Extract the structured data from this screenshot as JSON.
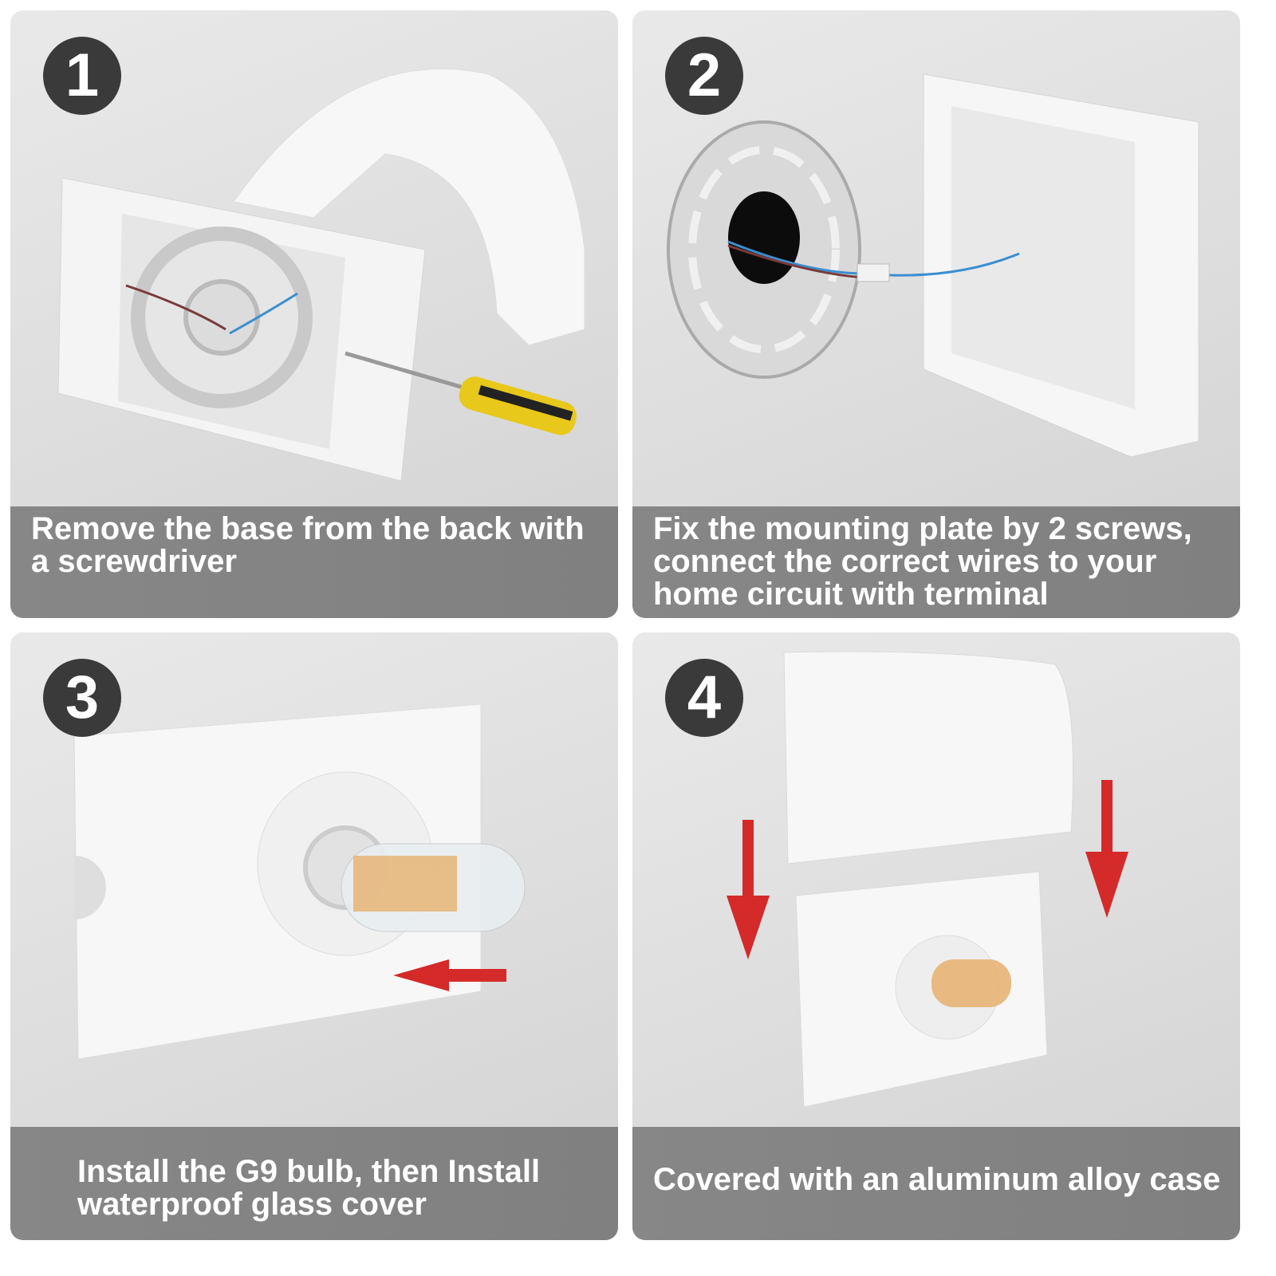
{
  "steps": [
    {
      "number": "1",
      "caption_lines": [
        "Remove the base from the back with",
        "a screwdriver"
      ]
    },
    {
      "number": "2",
      "caption_lines": [
        "Fix the mounting plate by 2 screws,",
        "connect the correct wires to your",
        "home circuit with terminal"
      ]
    },
    {
      "number": "3",
      "caption_lines": [
        "Install the G9 bulb, then Install",
        "waterproof glass cover"
      ]
    },
    {
      "number": "4",
      "caption_lines": [
        "Covered with an aluminum alloy case"
      ]
    }
  ],
  "colors": {
    "badge": "#3a3a3a",
    "caption_bg": "#858585",
    "arrow": "#d42a2a",
    "panel_bg": "#e2e2e2"
  }
}
